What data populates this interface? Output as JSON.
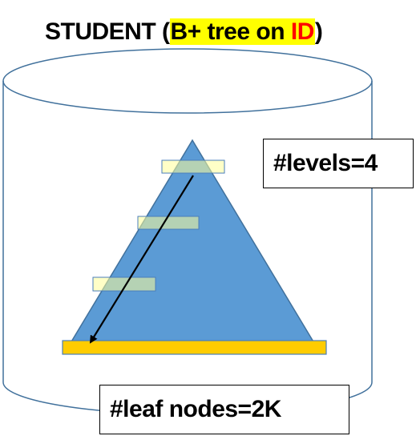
{
  "title": {
    "prefix": "STUDENT (",
    "highlight_main": "B+ tree on ",
    "highlight_key": "ID",
    "suffix": ")"
  },
  "labels": {
    "levels": "#levels=4",
    "leaf_nodes": "#leaf nodes=2K"
  },
  "colors": {
    "cylinder_stroke": "#41719c",
    "tree_fill": "#5b9bd5",
    "tree_stroke": "#41719c",
    "node_fill": "#ffff99",
    "node_stroke": "#4a7ebb",
    "leaf_fill": "#ffcc00",
    "title_highlight": "#ffff00",
    "title_key": "#ff0000"
  }
}
